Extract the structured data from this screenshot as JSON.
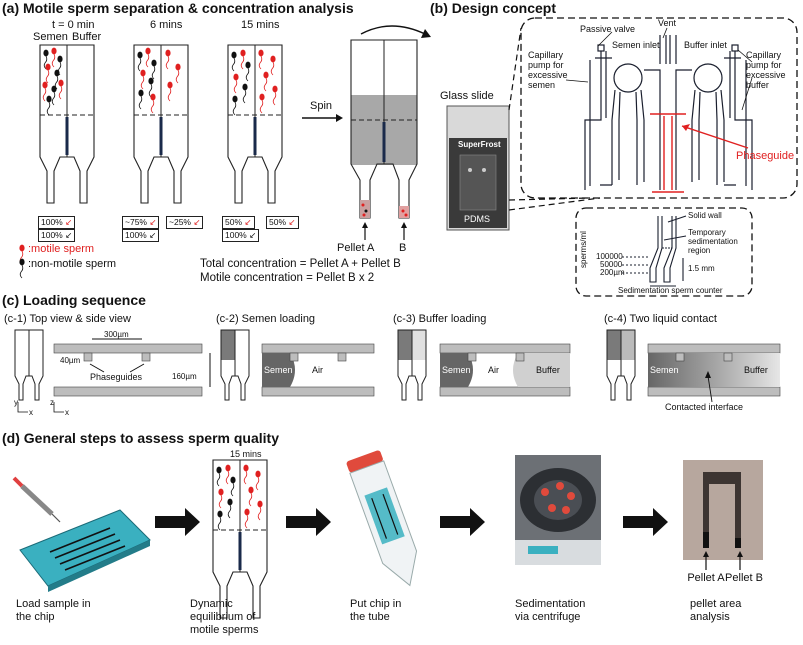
{
  "panel_a": {
    "title": "(a) Motile sperm separation & concentration analysis",
    "times": [
      "t = 0 min",
      "6 mins",
      "15 mins"
    ],
    "semen": "Semen",
    "buffer": "Buffer",
    "spin": "Spin",
    "boxes_t0": [
      "100%",
      "100%"
    ],
    "boxes_6": [
      "~75%",
      "100%",
      "~25%"
    ],
    "boxes_15": [
      "50%",
      "100%",
      "50%"
    ],
    "pellet_a": "Pellet A",
    "pellet_b": "B",
    "legend_motile": ":motile sperm",
    "legend_nonmotile": ":non-motile sperm",
    "eq1": "Total concentration = Pellet A + Pellet B",
    "eq2": "Motile concentration = Pellet B x 2"
  },
  "panel_b": {
    "title": "(b) Design concept",
    "glass_slide": "Glass slide",
    "superfrost": "SuperFrost",
    "pdms": "PDMS",
    "vent": "Vent",
    "passive_valve": "Passive valve",
    "semen_inlet": "Semen inlet",
    "buffer_inlet": "Buffer inlet",
    "cap_semen": [
      "Capillary",
      "pump for",
      "excessive",
      "semen"
    ],
    "cap_buffer": [
      "Capillary",
      "pump for",
      "excessive",
      "buffer"
    ],
    "phaseguide": "Phaseguide",
    "solid_wall": "Solid wall",
    "temp_region": [
      "Temporary",
      "sedimentation",
      "region"
    ],
    "sperms_ml": "sperms/ml",
    "ticks": [
      "100000",
      "50000",
      "200µm"
    ],
    "mm": "1.5 mm",
    "counter": "Sedimentation sperm counter"
  },
  "panel_c": {
    "title": "(c) Loading sequence",
    "c1": "(c-1)  Top view & side view",
    "c2": "(c-2)  Semen loading",
    "c3": "(c-3)  Buffer loading",
    "c4": "(c-4)  Two liquid contact",
    "w300": "300µm",
    "w40": "40µm",
    "h160": "160µm",
    "phaseguides": "Phaseguides",
    "semen": "Semen",
    "air": "Air",
    "buffer": "Buffer",
    "contacted": "Contacted interface",
    "axes": [
      "y",
      "x",
      "z",
      "x"
    ]
  },
  "panel_d": {
    "title": "(d) General steps to assess sperm quality",
    "time": "15 mins",
    "steps": [
      [
        "Load sample in",
        "the chip"
      ],
      [
        "Dynamic",
        "equilibrium of",
        "motile sperms"
      ],
      [
        "Put chip in",
        "the tube"
      ],
      [
        "Sedimentation",
        "via centrifuge"
      ],
      [
        "pellet area",
        "analysis"
      ]
    ],
    "pellet_a": "Pellet A",
    "pellet_b": "Pellet B"
  },
  "colors": {
    "motile": "#e02020",
    "nonmotile": "#111111",
    "channel": "#1a2a4a",
    "chip_teal": "#3ab0c0"
  }
}
